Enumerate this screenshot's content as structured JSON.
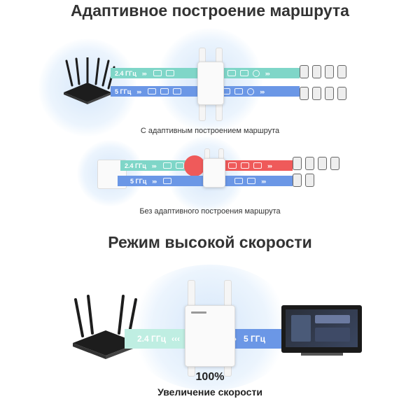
{
  "headings": {
    "adaptive_routing": "Адаптивное построение маршрута",
    "high_speed_mode": "Режим высокой скорости"
  },
  "captions": {
    "with_routing": "С адаптивным построением маршрута",
    "without_routing": "Без адаптивного построения маршрута"
  },
  "bands": {
    "band_24": "2.4 ГГц",
    "band_5": "5 ГГц"
  },
  "arrows": {
    "right": "›››",
    "left": "‹‹‹"
  },
  "speed": {
    "percent": "100%",
    "label": "Увеличение скорости"
  },
  "colors": {
    "band_24": "#7fd6c8",
    "band_5": "#6b97e6",
    "conflict": "#ef5a5a",
    "router": "#1d1d1d",
    "halo": "#cfe2f7"
  },
  "icons": [
    "router-icon",
    "extender-icon",
    "phone-icon",
    "tv-icon",
    "play-icon",
    "cloud-icon",
    "mail-icon",
    "gamepad-icon"
  ]
}
